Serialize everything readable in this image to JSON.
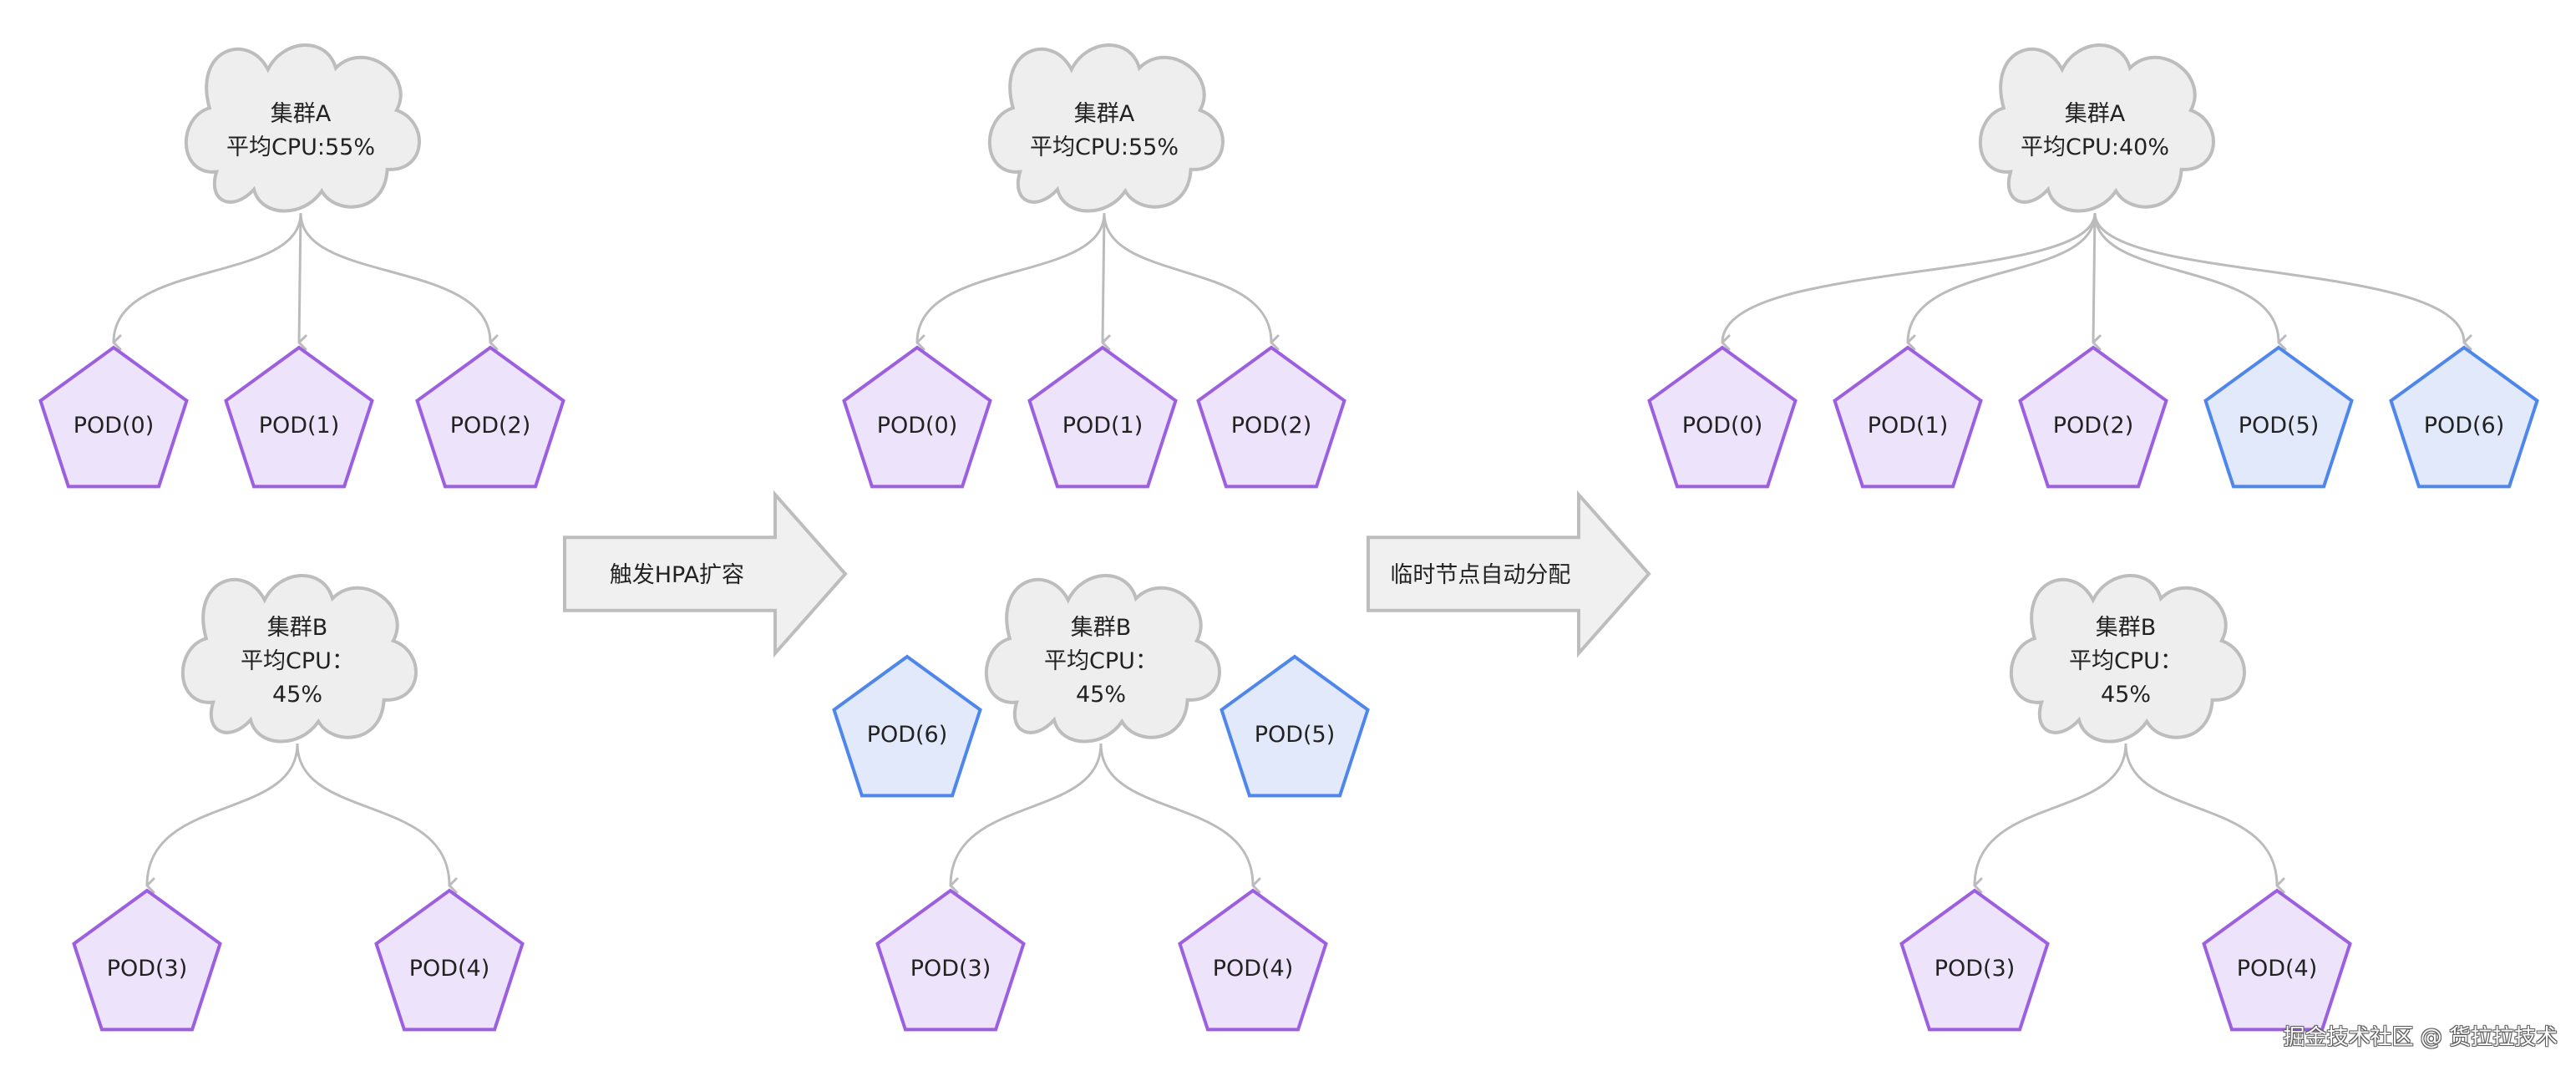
{
  "colors": {
    "pod_purple_fill": "#ede3fb",
    "pod_purple_stroke": "#9b5fe0",
    "pod_blue_fill": "#e2e9fb",
    "pod_blue_stroke": "#4f86ec",
    "cloud_fill": "#eeeeee",
    "cloud_stroke": "#bdbdbd",
    "connector": "#bbbbbb",
    "arrow_fill": "#f0f0f0",
    "arrow_stroke": "#bdbdbd"
  },
  "icons": {
    "cloud": "cloud-icon",
    "pod": "pentagon-icon",
    "transition": "block-arrow-right-icon"
  },
  "clusters": [
    {
      "id": "s1a",
      "lines": [
        "集群A",
        "平均CPU:55%"
      ]
    },
    {
      "id": "s1b",
      "lines": [
        "集群B",
        "平均CPU：",
        "45%"
      ]
    },
    {
      "id": "s2a",
      "lines": [
        "集群A",
        "平均CPU:55%"
      ]
    },
    {
      "id": "s2b",
      "lines": [
        "集群B",
        "平均CPU：",
        "45%"
      ]
    },
    {
      "id": "s3a",
      "lines": [
        "集群A",
        "平均CPU:40%"
      ]
    },
    {
      "id": "s3b",
      "lines": [
        "集群B",
        "平均CPU：",
        "45%"
      ]
    }
  ],
  "pods": [
    {
      "id": "s1p0",
      "label": "POD(0)",
      "kind": "purple"
    },
    {
      "id": "s1p1",
      "label": "POD(1)",
      "kind": "purple"
    },
    {
      "id": "s1p2",
      "label": "POD(2)",
      "kind": "purple"
    },
    {
      "id": "s1p3",
      "label": "POD(3)",
      "kind": "purple"
    },
    {
      "id": "s1p4",
      "label": "POD(4)",
      "kind": "purple"
    },
    {
      "id": "s2p0",
      "label": "POD(0)",
      "kind": "purple"
    },
    {
      "id": "s2p1",
      "label": "POD(1)",
      "kind": "purple"
    },
    {
      "id": "s2p2",
      "label": "POD(2)",
      "kind": "purple"
    },
    {
      "id": "s2p6",
      "label": "POD(6)",
      "kind": "blue"
    },
    {
      "id": "s2p5",
      "label": "POD(5)",
      "kind": "blue"
    },
    {
      "id": "s2p3",
      "label": "POD(3)",
      "kind": "purple"
    },
    {
      "id": "s2p4",
      "label": "POD(4)",
      "kind": "purple"
    },
    {
      "id": "s3p0",
      "label": "POD(0)",
      "kind": "purple"
    },
    {
      "id": "s3p1",
      "label": "POD(1)",
      "kind": "purple"
    },
    {
      "id": "s3p2",
      "label": "POD(2)",
      "kind": "purple"
    },
    {
      "id": "s3p5",
      "label": "POD(5)",
      "kind": "blue"
    },
    {
      "id": "s3p6",
      "label": "POD(6)",
      "kind": "blue"
    },
    {
      "id": "s3p3",
      "label": "POD(3)",
      "kind": "purple"
    },
    {
      "id": "s3p4",
      "label": "POD(4)",
      "kind": "purple"
    }
  ],
  "transitions": [
    {
      "id": "t1",
      "label": "触发HPA扩容"
    },
    {
      "id": "t2",
      "label": "临时节点自动分配"
    }
  ],
  "edges": [
    {
      "from": "s1a",
      "to": "s1p0"
    },
    {
      "from": "s1a",
      "to": "s1p1"
    },
    {
      "from": "s1a",
      "to": "s1p2"
    },
    {
      "from": "s1b",
      "to": "s1p3"
    },
    {
      "from": "s1b",
      "to": "s1p4"
    },
    {
      "from": "s2a",
      "to": "s2p0"
    },
    {
      "from": "s2a",
      "to": "s2p1"
    },
    {
      "from": "s2a",
      "to": "s2p2"
    },
    {
      "from": "s2b",
      "to": "s2p3"
    },
    {
      "from": "s2b",
      "to": "s2p4"
    },
    {
      "from": "s3a",
      "to": "s3p0"
    },
    {
      "from": "s3a",
      "to": "s3p1"
    },
    {
      "from": "s3a",
      "to": "s3p2"
    },
    {
      "from": "s3a",
      "to": "s3p5"
    },
    {
      "from": "s3a",
      "to": "s3p6"
    },
    {
      "from": "s3b",
      "to": "s3p3"
    },
    {
      "from": "s3b",
      "to": "s3p4"
    }
  ],
  "watermark": "掘金技术社区 @ 货拉拉技术"
}
